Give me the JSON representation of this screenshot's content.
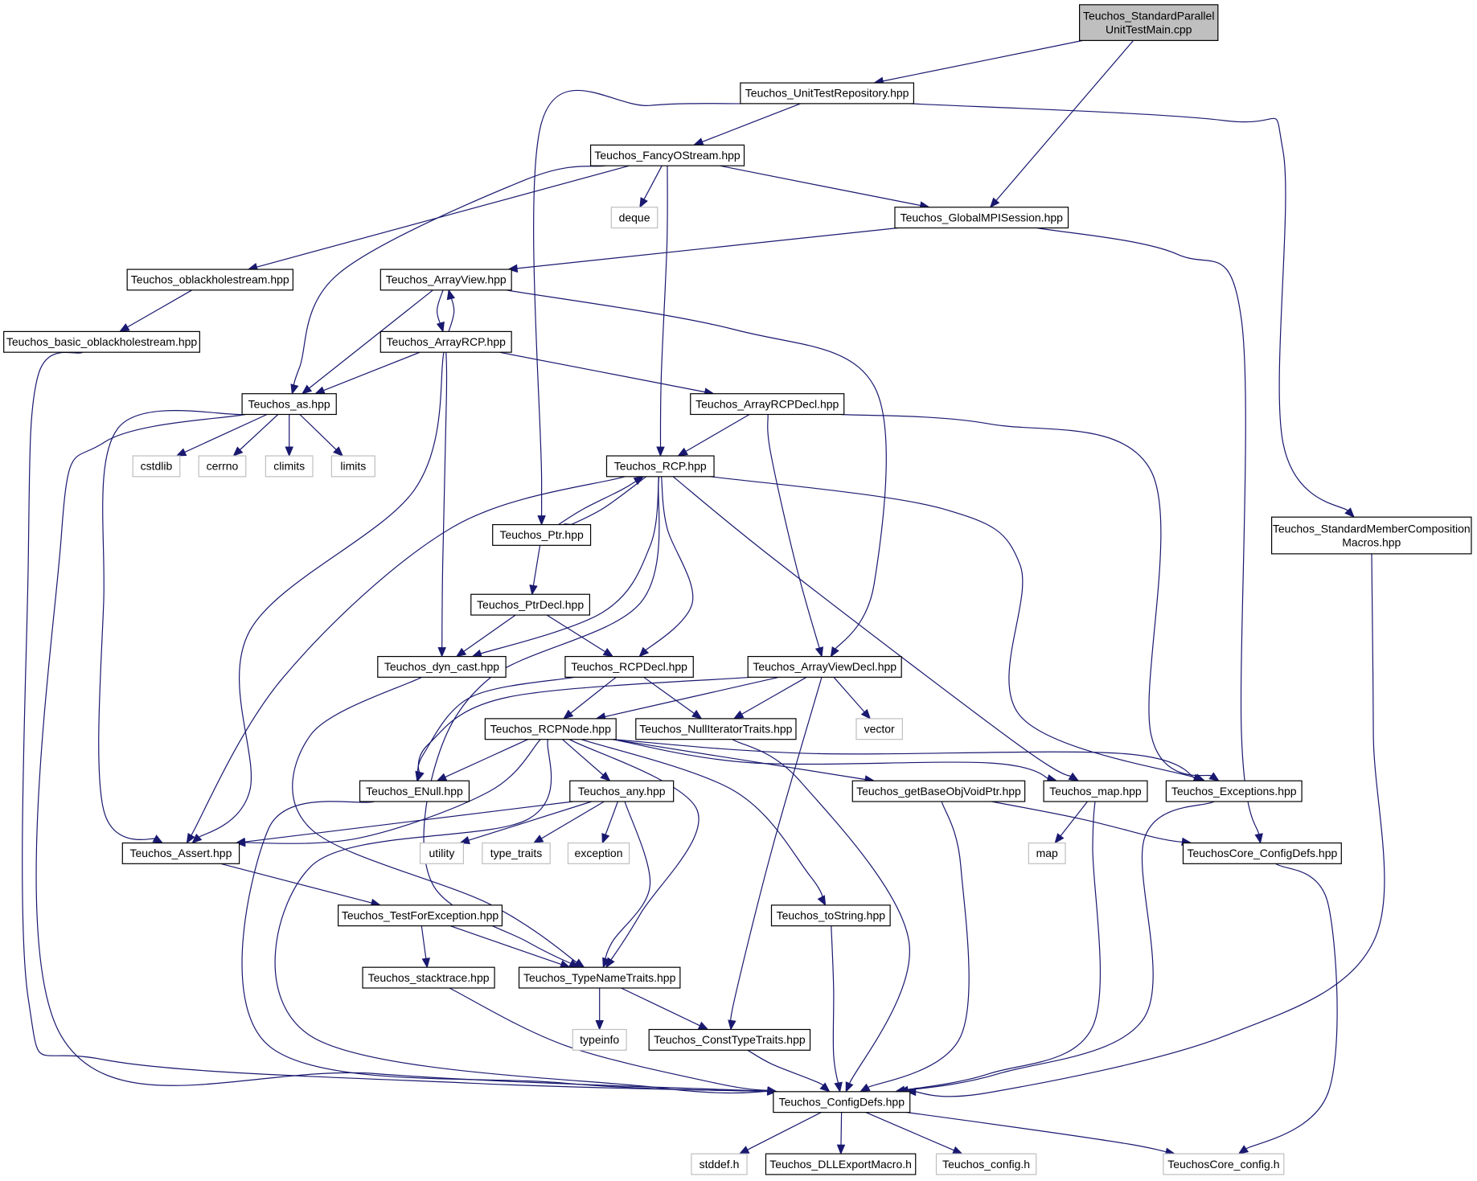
{
  "diagram": {
    "nodes": [
      {
        "id": "main",
        "lines": [
          "Teuchos_StandardParallel",
          "UnitTestMain.cpp"
        ],
        "kind": "root"
      },
      {
        "id": "utrepo",
        "lines": [
          "Teuchos_UnitTestRepository.hpp"
        ],
        "kind": "file"
      },
      {
        "id": "fancy",
        "lines": [
          "Teuchos_FancyOStream.hpp"
        ],
        "kind": "file"
      },
      {
        "id": "deque",
        "lines": [
          "deque"
        ],
        "kind": "external"
      },
      {
        "id": "gmpi",
        "lines": [
          "Teuchos_GlobalMPISession.hpp"
        ],
        "kind": "file"
      },
      {
        "id": "obh",
        "lines": [
          "Teuchos_oblackholestream.hpp"
        ],
        "kind": "file"
      },
      {
        "id": "av",
        "lines": [
          "Teuchos_ArrayView.hpp"
        ],
        "kind": "file"
      },
      {
        "id": "bobh",
        "lines": [
          "Teuchos_basic_oblackholestream.hpp"
        ],
        "kind": "file"
      },
      {
        "id": "arcp",
        "lines": [
          "Teuchos_ArrayRCP.hpp"
        ],
        "kind": "file"
      },
      {
        "id": "as",
        "lines": [
          "Teuchos_as.hpp"
        ],
        "kind": "file"
      },
      {
        "id": "arcpdecl",
        "lines": [
          "Teuchos_ArrayRCPDecl.hpp"
        ],
        "kind": "file"
      },
      {
        "id": "cstdlib",
        "lines": [
          "cstdlib"
        ],
        "kind": "external"
      },
      {
        "id": "cerrno",
        "lines": [
          "cerrno"
        ],
        "kind": "external"
      },
      {
        "id": "climits",
        "lines": [
          "climits"
        ],
        "kind": "external"
      },
      {
        "id": "limits",
        "lines": [
          "limits"
        ],
        "kind": "external"
      },
      {
        "id": "rcp",
        "lines": [
          "Teuchos_RCP.hpp"
        ],
        "kind": "file"
      },
      {
        "id": "ptr",
        "lines": [
          "Teuchos_Ptr.hpp"
        ],
        "kind": "file"
      },
      {
        "id": "smcm",
        "lines": [
          "Teuchos_StandardMemberComposition",
          "Macros.hpp"
        ],
        "kind": "file"
      },
      {
        "id": "ptrdecl",
        "lines": [
          "Teuchos_PtrDecl.hpp"
        ],
        "kind": "file"
      },
      {
        "id": "dyncast",
        "lines": [
          "Teuchos_dyn_cast.hpp"
        ],
        "kind": "file"
      },
      {
        "id": "rcpdecl",
        "lines": [
          "Teuchos_RCPDecl.hpp"
        ],
        "kind": "file"
      },
      {
        "id": "avdecl",
        "lines": [
          "Teuchos_ArrayViewDecl.hpp"
        ],
        "kind": "file"
      },
      {
        "id": "rcpnode",
        "lines": [
          "Teuchos_RCPNode.hpp"
        ],
        "kind": "file"
      },
      {
        "id": "nullit",
        "lines": [
          "Teuchos_NullIteratorTraits.hpp"
        ],
        "kind": "file"
      },
      {
        "id": "vector",
        "lines": [
          "vector"
        ],
        "kind": "external"
      },
      {
        "id": "enull",
        "lines": [
          "Teuchos_ENull.hpp"
        ],
        "kind": "file"
      },
      {
        "id": "any",
        "lines": [
          "Teuchos_any.hpp"
        ],
        "kind": "file"
      },
      {
        "id": "gbovp",
        "lines": [
          "Teuchos_getBaseObjVoidPtr.hpp"
        ],
        "kind": "file"
      },
      {
        "id": "map",
        "lines": [
          "Teuchos_map.hpp"
        ],
        "kind": "file"
      },
      {
        "id": "exc",
        "lines": [
          "Teuchos_Exceptions.hpp"
        ],
        "kind": "file"
      },
      {
        "id": "assert",
        "lines": [
          "Teuchos_Assert.hpp"
        ],
        "kind": "file"
      },
      {
        "id": "utility",
        "lines": [
          "utility"
        ],
        "kind": "external"
      },
      {
        "id": "typetraits",
        "lines": [
          "type_traits"
        ],
        "kind": "external"
      },
      {
        "id": "exception",
        "lines": [
          "exception"
        ],
        "kind": "external"
      },
      {
        "id": "mapstd",
        "lines": [
          "map"
        ],
        "kind": "external"
      },
      {
        "id": "coredefs",
        "lines": [
          "TeuchosCore_ConfigDefs.hpp"
        ],
        "kind": "file"
      },
      {
        "id": "tfe",
        "lines": [
          "Teuchos_TestForException.hpp"
        ],
        "kind": "file"
      },
      {
        "id": "tostr",
        "lines": [
          "Teuchos_toString.hpp"
        ],
        "kind": "file"
      },
      {
        "id": "stack",
        "lines": [
          "Teuchos_stacktrace.hpp"
        ],
        "kind": "file"
      },
      {
        "id": "tnt",
        "lines": [
          "Teuchos_TypeNameTraits.hpp"
        ],
        "kind": "file"
      },
      {
        "id": "typeinfo",
        "lines": [
          "typeinfo"
        ],
        "kind": "external"
      },
      {
        "id": "ctt",
        "lines": [
          "Teuchos_ConstTypeTraits.hpp"
        ],
        "kind": "file"
      },
      {
        "id": "cfg",
        "lines": [
          "Teuchos_ConfigDefs.hpp"
        ],
        "kind": "file"
      },
      {
        "id": "stddef",
        "lines": [
          "stddef.h"
        ],
        "kind": "external"
      },
      {
        "id": "dll",
        "lines": [
          "Teuchos_DLLExportMacro.h"
        ],
        "kind": "file"
      },
      {
        "id": "tconfig",
        "lines": [
          "Teuchos_config.h"
        ],
        "kind": "external"
      },
      {
        "id": "coreconfig",
        "lines": [
          "TeuchosCore_config.h"
        ],
        "kind": "external"
      }
    ],
    "edges": [
      [
        "main",
        "utrepo"
      ],
      [
        "main",
        "gmpi"
      ],
      [
        "utrepo",
        "fancy"
      ],
      [
        "utrepo",
        "ptr"
      ],
      [
        "utrepo",
        "smcm"
      ],
      [
        "fancy",
        "obh"
      ],
      [
        "fancy",
        "as"
      ],
      [
        "fancy",
        "deque"
      ],
      [
        "fancy",
        "rcp"
      ],
      [
        "fancy",
        "gmpi"
      ],
      [
        "gmpi",
        "av"
      ],
      [
        "gmpi",
        "coredefs"
      ],
      [
        "obh",
        "bobh"
      ],
      [
        "bobh",
        "cfg"
      ],
      [
        "av",
        "as"
      ],
      [
        "av",
        "arcp"
      ],
      [
        "av",
        "avdecl"
      ],
      [
        "arcp",
        "av"
      ],
      [
        "arcp",
        "as"
      ],
      [
        "arcp",
        "assert"
      ],
      [
        "arcp",
        "dyncast"
      ],
      [
        "arcp",
        "arcpdecl"
      ],
      [
        "as",
        "cstdlib"
      ],
      [
        "as",
        "cerrno"
      ],
      [
        "as",
        "climits"
      ],
      [
        "as",
        "limits"
      ],
      [
        "as",
        "assert"
      ],
      [
        "as",
        "cfg"
      ],
      [
        "arcpdecl",
        "rcp"
      ],
      [
        "arcpdecl",
        "avdecl"
      ],
      [
        "arcpdecl",
        "exc"
      ],
      [
        "rcp",
        "ptr"
      ],
      [
        "rcp",
        "assert"
      ],
      [
        "rcp",
        "dyncast"
      ],
      [
        "rcp",
        "rcpdecl"
      ],
      [
        "rcp",
        "map"
      ],
      [
        "rcp",
        "exc"
      ],
      [
        "rcp",
        "tnt"
      ],
      [
        "ptr",
        "rcp"
      ],
      [
        "ptr",
        "ptrdecl"
      ],
      [
        "ptrdecl",
        "dyncast"
      ],
      [
        "ptrdecl",
        "rcpdecl"
      ],
      [
        "smcm",
        "cfg"
      ],
      [
        "dyncast",
        "tnt"
      ],
      [
        "rcpdecl",
        "rcpnode"
      ],
      [
        "rcpdecl",
        "nullit"
      ],
      [
        "rcpdecl",
        "enull"
      ],
      [
        "avdecl",
        "rcpnode"
      ],
      [
        "avdecl",
        "nullit"
      ],
      [
        "avdecl",
        "vector"
      ],
      [
        "avdecl",
        "enull"
      ],
      [
        "avdecl",
        "ctt"
      ],
      [
        "rcpnode",
        "enull"
      ],
      [
        "rcpnode",
        "assert"
      ],
      [
        "rcpnode",
        "any"
      ],
      [
        "rcpnode",
        "gbovp"
      ],
      [
        "rcpnode",
        "map"
      ],
      [
        "rcpnode",
        "exc"
      ],
      [
        "rcpnode",
        "tostr"
      ],
      [
        "rcpnode",
        "tnt"
      ],
      [
        "rcpnode",
        "cfg"
      ],
      [
        "nullit",
        "cfg"
      ],
      [
        "enull",
        "cfg"
      ],
      [
        "any",
        "assert"
      ],
      [
        "any",
        "utility"
      ],
      [
        "any",
        "typetraits"
      ],
      [
        "any",
        "exception"
      ],
      [
        "any",
        "tnt"
      ],
      [
        "gbovp",
        "cfg"
      ],
      [
        "gbovp",
        "coredefs"
      ],
      [
        "map",
        "mapstd"
      ],
      [
        "map",
        "cfg"
      ],
      [
        "exc",
        "cfg"
      ],
      [
        "assert",
        "tfe"
      ],
      [
        "coredefs",
        "coreconfig"
      ],
      [
        "tfe",
        "stack"
      ],
      [
        "tfe",
        "tnt"
      ],
      [
        "tostr",
        "cfg"
      ],
      [
        "stack",
        "cfg"
      ],
      [
        "tnt",
        "typeinfo"
      ],
      [
        "tnt",
        "ctt"
      ],
      [
        "ctt",
        "cfg"
      ],
      [
        "cfg",
        "stddef"
      ],
      [
        "cfg",
        "dll"
      ],
      [
        "cfg",
        "tconfig"
      ],
      [
        "cfg",
        "coreconfig"
      ]
    ]
  }
}
